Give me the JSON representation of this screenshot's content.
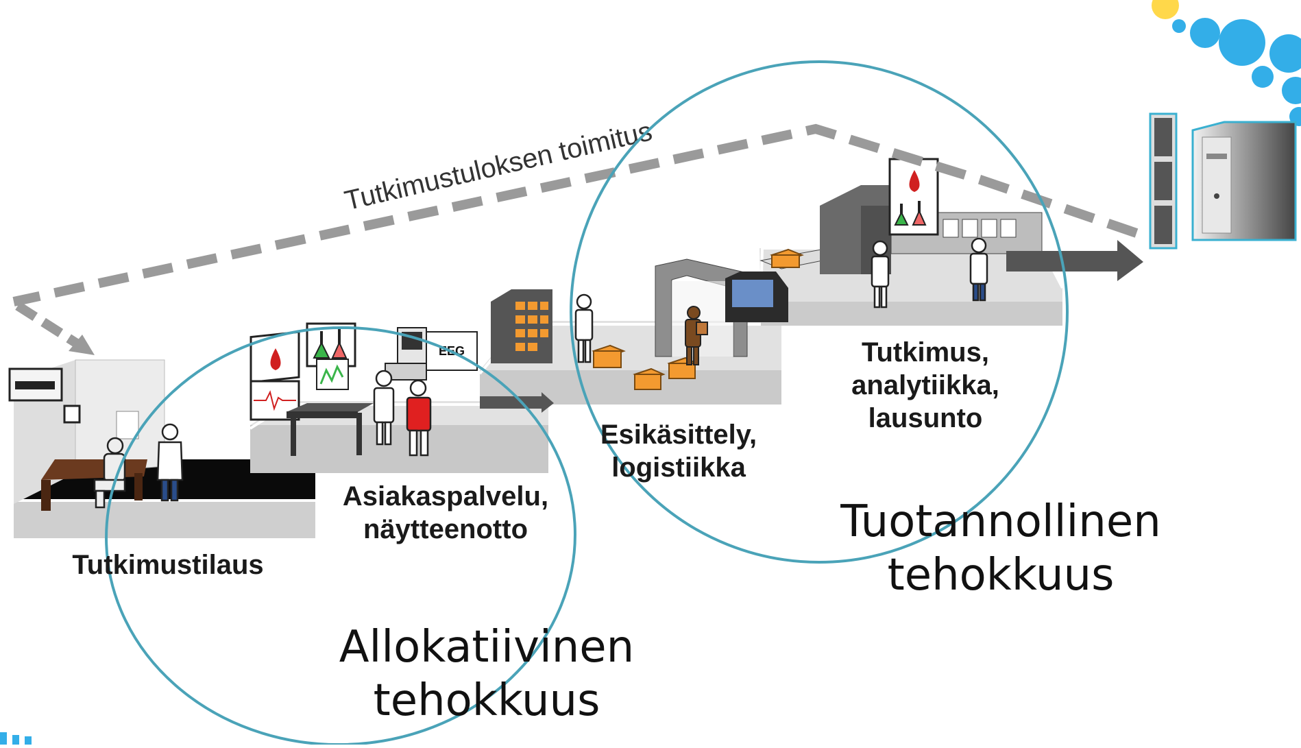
{
  "diagram": {
    "delivery_label": "Tutkimustuloksen toimitus",
    "stages": [
      {
        "name": "Tutkimustilaus"
      },
      {
        "name": "Asiakaspalvelu,",
        "line2": "näytteenotto"
      },
      {
        "name": "Esikäsittely,",
        "line2": "logistiikka"
      },
      {
        "name": "Tutkimus,",
        "line2": "analytiikka,",
        "line3": "lausunto"
      }
    ],
    "efficiency": [
      {
        "line1": "Allokatiivinen",
        "line2": "tehokkuus"
      },
      {
        "line1": "Tuotannollinen",
        "line2": "tehokkuus"
      }
    ],
    "sign_text": "EEG",
    "colors": {
      "circle": "#4aa3b8",
      "dashed_arrow": "#9a9a9a",
      "floor": "#d2d2d2",
      "dark_floor": "#0a0a0a",
      "box": "#f39a30",
      "bubble": "#33aee8"
    },
    "icons": [
      "desk-icon",
      "doctor-icon",
      "patient-icon",
      "blood-drop-icon",
      "flask-icon",
      "ecg-icon",
      "eeg-machine-icon",
      "box-icon",
      "conveyor-icon",
      "server-icon",
      "computer-tower-icon",
      "shelf-icon",
      "gate-icon"
    ]
  }
}
